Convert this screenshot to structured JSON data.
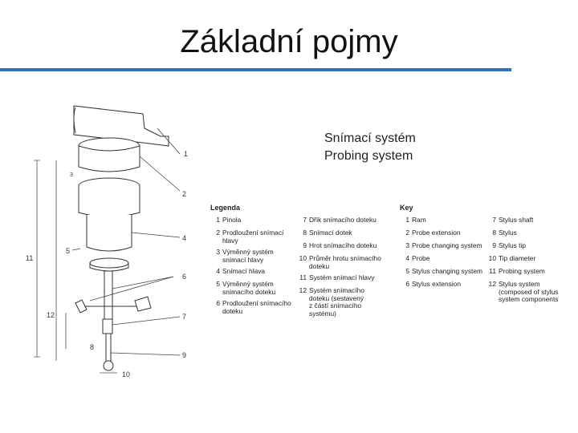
{
  "title": "Základní pojmy",
  "caption": {
    "line1": "Snímací systém",
    "line2": "Probing system"
  },
  "diagram_labels": [
    "1",
    "2",
    "3",
    "4",
    "5",
    "6",
    "7",
    "8",
    "9",
    "10",
    "11",
    "12"
  ],
  "legenda": {
    "heading": "Legenda",
    "col1": [
      {
        "n": "1",
        "t": [
          "Pinola"
        ]
      },
      {
        "n": "2",
        "t": [
          "Prodloužení snímací",
          "hlavy"
        ]
      },
      {
        "n": "3",
        "t": [
          "Výměnný systém",
          "snímací hlavy"
        ]
      },
      {
        "n": "4",
        "t": [
          "Snímací hlava"
        ]
      },
      {
        "n": "5",
        "t": [
          "Výměnný systém",
          "snímacího doteku"
        ]
      },
      {
        "n": "6",
        "t": [
          "Prodloužení snímacího",
          "doteku"
        ]
      }
    ],
    "col2": [
      {
        "n": "7",
        "t": [
          "Dřík snímacího doteku"
        ]
      },
      {
        "n": "8",
        "t": [
          "Snímací dotek"
        ]
      },
      {
        "n": "9",
        "t": [
          "Hrot snímacího doteku"
        ]
      },
      {
        "n": "10",
        "t": [
          "Průměr hrotu snímacího",
          "doteku"
        ]
      },
      {
        "n": "11",
        "t": [
          "Systém snímací hlavy"
        ]
      },
      {
        "n": "12",
        "t": [
          "Systém snímacího",
          "doteku (sestavený",
          "z částí snímacího",
          "systému)"
        ]
      }
    ]
  },
  "key": {
    "heading": "Key",
    "col1": [
      {
        "n": "1",
        "t": [
          "Ram"
        ]
      },
      {
        "n": "2",
        "t": [
          "Probe extension"
        ]
      },
      {
        "n": "3",
        "t": [
          "Probe changing system"
        ]
      },
      {
        "n": "4",
        "t": [
          "Probe"
        ]
      },
      {
        "n": "5",
        "t": [
          "Stylus changing system"
        ]
      },
      {
        "n": "6",
        "t": [
          "Stylus extension"
        ]
      }
    ],
    "col2": [
      {
        "n": "7",
        "t": [
          "Stylus shaft"
        ]
      },
      {
        "n": "8",
        "t": [
          "Stylus"
        ]
      },
      {
        "n": "9",
        "t": [
          "Stylus tip"
        ]
      },
      {
        "n": "10",
        "t": [
          "Tip diameter"
        ]
      },
      {
        "n": "11",
        "t": [
          "Probing system"
        ]
      },
      {
        "n": "12",
        "t": [
          "Stylus system",
          "(composed of stylus",
          "system components"
        ]
      }
    ]
  }
}
